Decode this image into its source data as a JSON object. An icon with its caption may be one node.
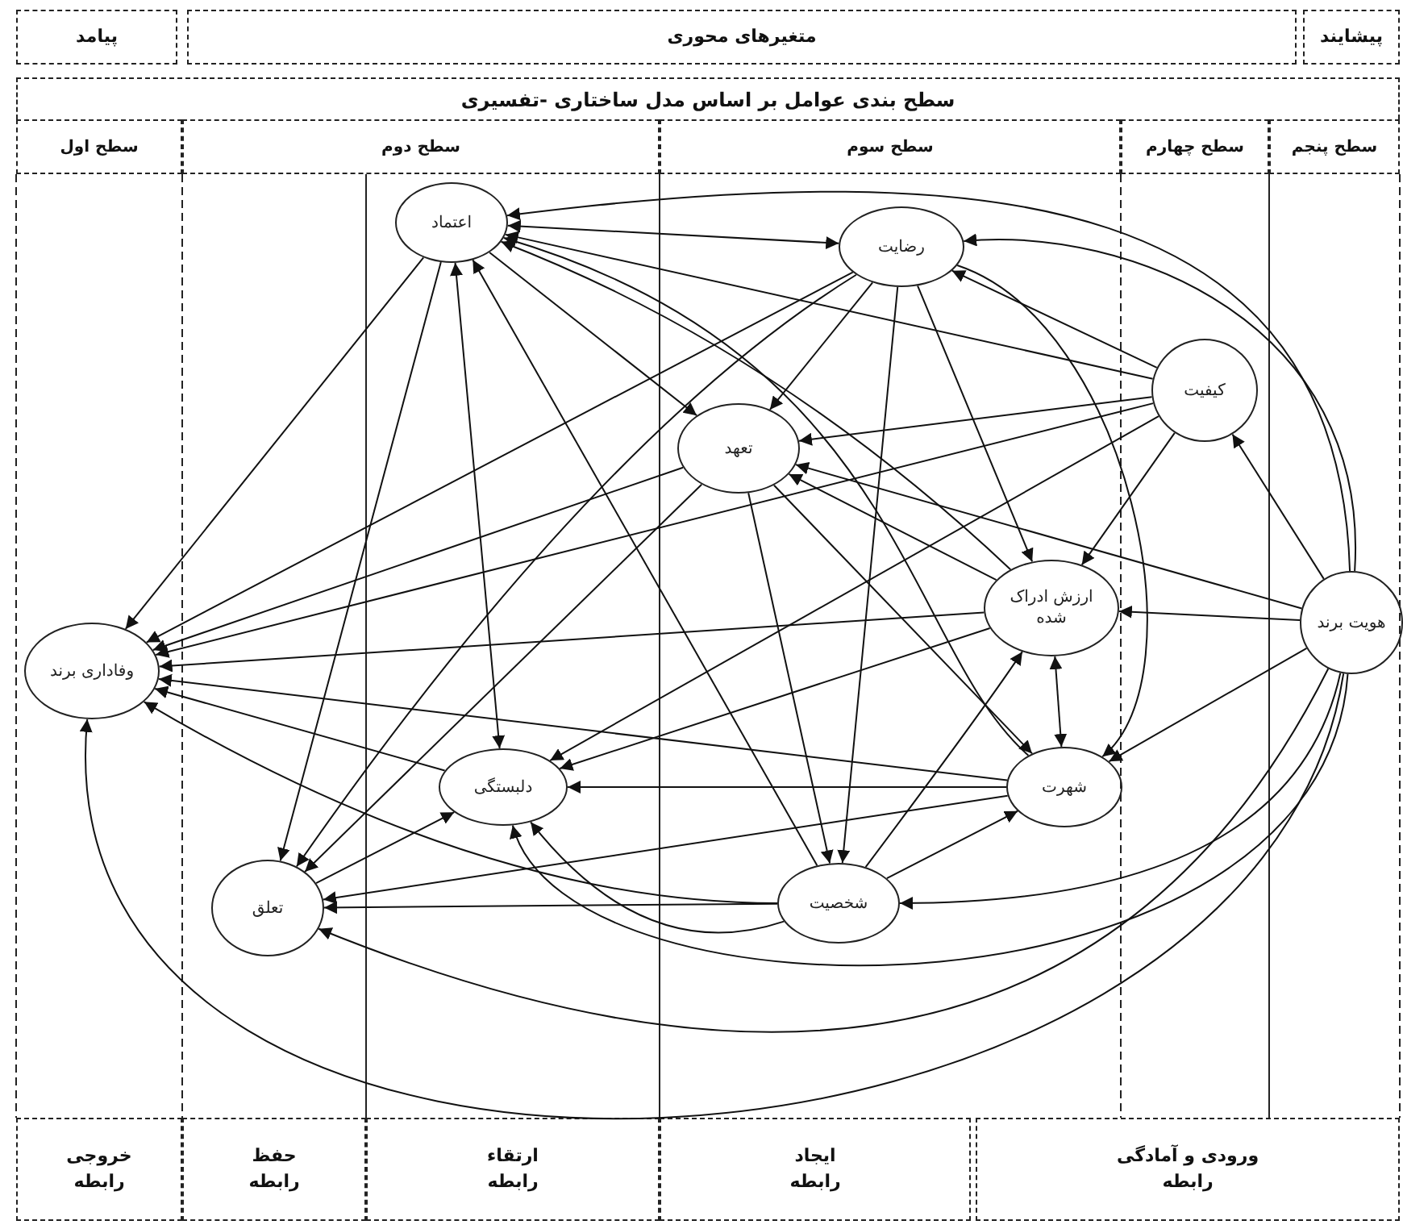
{
  "diagram": {
    "title": "سطح بندی عوامل بر اساس مدل ساختاری -تفسیری",
    "nodes": [
      {
        "text": [
          "پیشایند"
        ]
      },
      {
        "text": [
          "متغیرهای محوری"
        ]
      },
      {
        "text": [
          "پیامد"
        ]
      },
      {
        "text": [
          "سطح پنجم"
        ]
      },
      {
        "text": [
          "سطح چهارم"
        ]
      },
      {
        "text": [
          "سطح سوم"
        ]
      },
      {
        "text": [
          "سطح دوم"
        ]
      },
      {
        "text": [
          "سطح اول"
        ]
      },
      {
        "text": [
          "اعتماد"
        ]
      },
      {
        "text": [
          "رضایت"
        ]
      },
      {
        "text": [
          "کیفیت"
        ]
      },
      {
        "text": [
          "تعهد"
        ]
      },
      {
        "text": [
          "ارزش ادراک شده"
        ]
      },
      {
        "text": [
          "هویت برند"
        ]
      },
      {
        "text": [
          "وفاداری برند"
        ]
      },
      {
        "text": [
          "دلبستگی"
        ]
      },
      {
        "text": [
          "شهرت"
        ]
      },
      {
        "text": [
          "تعلق"
        ]
      },
      {
        "text": [
          "شخصیت"
        ]
      },
      {
        "text": [
          "ورودی و آمادگی رابطه"
        ]
      },
      {
        "text": [
          "ایجاد رابطه"
        ]
      },
      {
        "text": [
          "ارتقاء رابطه"
        ]
      },
      {
        "text": [
          "حفظ رابطه"
        ]
      },
      {
        "text": [
          "خروجی رابطه"
        ]
      }
    ],
    "edges": [
      {
        "from": 13,
        "to": 8,
        "arrow": "to"
      },
      {
        "from": 13,
        "to": 9,
        "arrow": "to"
      },
      {
        "from": 13,
        "to": 10,
        "arrow": "to"
      },
      {
        "from": 13,
        "to": 12,
        "arrow": "to"
      },
      {
        "from": 13,
        "to": 11,
        "arrow": "to"
      },
      {
        "from": 13,
        "to": 16,
        "arrow": "to"
      },
      {
        "from": 13,
        "to": 18,
        "arrow": "to"
      },
      {
        "from": 13,
        "to": 14,
        "arrow": "to"
      },
      {
        "from": 13,
        "to": 17,
        "arrow": "to"
      },
      {
        "from": 13,
        "to": 15,
        "arrow": "to"
      },
      {
        "from": 10,
        "to": 8,
        "arrow": "to"
      },
      {
        "from": 10,
        "to": 9,
        "arrow": "to"
      },
      {
        "from": 10,
        "to": 11,
        "arrow": "to"
      },
      {
        "from": 10,
        "to": 12,
        "arrow": "to"
      },
      {
        "from": 10,
        "to": 14,
        "arrow": "to"
      },
      {
        "from": 10,
        "to": 15,
        "arrow": "to"
      },
      {
        "from": 8,
        "to": 9,
        "arrow": "both"
      },
      {
        "from": 9,
        "to": 11,
        "arrow": "to"
      },
      {
        "from": 9,
        "to": 12,
        "arrow": "to"
      },
      {
        "from": 9,
        "to": 16,
        "arrow": "to"
      },
      {
        "from": 9,
        "to": 18,
        "arrow": "to"
      },
      {
        "from": 9,
        "to": 14,
        "arrow": "to"
      },
      {
        "from": 9,
        "to": 17,
        "arrow": "to"
      },
      {
        "from": 8,
        "to": 11,
        "arrow": "to"
      },
      {
        "from": 11,
        "to": 14,
        "arrow": "to"
      },
      {
        "from": 11,
        "to": 17,
        "arrow": "to"
      },
      {
        "from": 11,
        "to": 18,
        "arrow": "to"
      },
      {
        "from": 11,
        "to": 16,
        "arrow": "to"
      },
      {
        "from": 12,
        "to": 8,
        "arrow": "to"
      },
      {
        "from": 12,
        "to": 11,
        "arrow": "to"
      },
      {
        "from": 12,
        "to": 14,
        "arrow": "to"
      },
      {
        "from": 12,
        "to": 15,
        "arrow": "to"
      },
      {
        "from": 12,
        "to": 16,
        "arrow": "both"
      },
      {
        "from": 16,
        "to": 8,
        "arrow": "to"
      },
      {
        "from": 16,
        "to": 14,
        "arrow": "to"
      },
      {
        "from": 16,
        "to": 15,
        "arrow": "to"
      },
      {
        "from": 16,
        "to": 17,
        "arrow": "to"
      },
      {
        "from": 18,
        "to": 16,
        "arrow": "to"
      },
      {
        "from": 18,
        "to": 8,
        "arrow": "to"
      },
      {
        "from": 18,
        "to": 12,
        "arrow": "to"
      },
      {
        "from": 18,
        "to": 14,
        "arrow": "to"
      },
      {
        "from": 18,
        "to": 15,
        "arrow": "to"
      },
      {
        "from": 18,
        "to": 17,
        "arrow": "to"
      },
      {
        "from": 17,
        "to": 15,
        "arrow": "to"
      },
      {
        "from": 15,
        "to": 14,
        "arrow": "to"
      },
      {
        "from": 8,
        "to": 15,
        "arrow": "both"
      },
      {
        "from": 8,
        "to": 17,
        "arrow": "to"
      },
      {
        "from": 8,
        "to": 14,
        "arrow": "to"
      }
    ]
  }
}
